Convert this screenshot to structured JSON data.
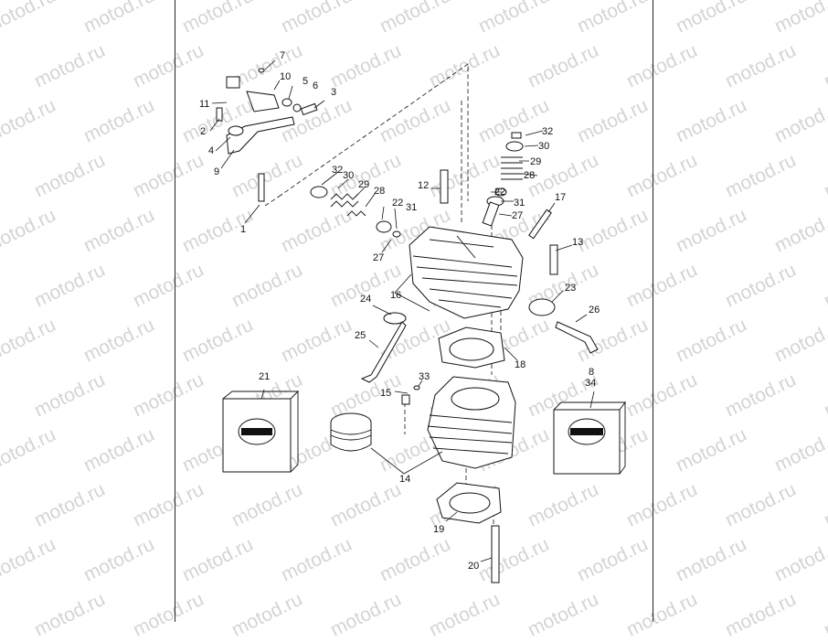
{
  "watermark": "motod.ru",
  "callouts": [
    "1",
    "2",
    "3",
    "4",
    "5",
    "6",
    "7",
    "8",
    "9",
    "10",
    "11",
    "12",
    "13",
    "14",
    "15",
    "16",
    "17",
    "18",
    "19",
    "20",
    "21",
    "22",
    "22",
    "23",
    "24",
    "25",
    "26",
    "27",
    "27",
    "28",
    "28",
    "29",
    "29",
    "30",
    "30",
    "31",
    "31",
    "32",
    "32",
    "33",
    "34"
  ],
  "colors": {
    "background": "#ffffff",
    "line": "#111111",
    "watermark": "#d4d4d4"
  }
}
